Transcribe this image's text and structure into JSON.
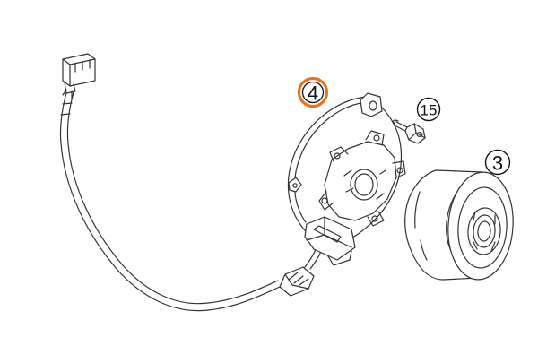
{
  "diagram": {
    "callouts": [
      {
        "id": "stator",
        "label": "4",
        "highlighted": true
      },
      {
        "id": "bolt",
        "label": "15",
        "highlighted": false
      },
      {
        "id": "rotor",
        "label": "3",
        "highlighted": false
      }
    ],
    "colors": {
      "line": "#333333",
      "highlight": "#e8731c",
      "callout_ring": "#111111"
    }
  }
}
